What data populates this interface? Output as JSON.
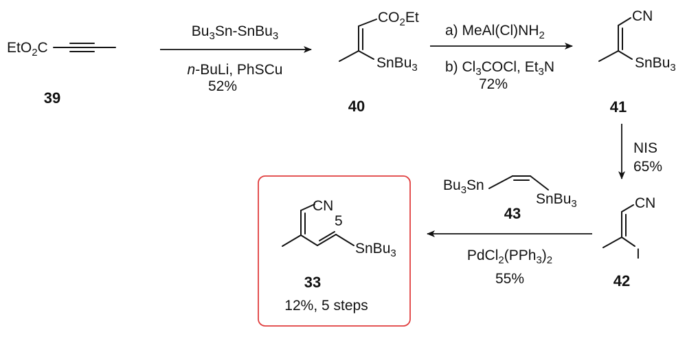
{
  "compounds": {
    "c39": {
      "number": "39",
      "group": "EtO2C"
    },
    "c40": {
      "number": "40",
      "top": "CO2Et",
      "side": "SnBu3"
    },
    "c41": {
      "number": "41",
      "top": "CN",
      "side": "SnBu3"
    },
    "c42": {
      "number": "42",
      "top": "CN",
      "side": "I"
    },
    "c43": {
      "number": "43",
      "left": "Bu3Sn",
      "right": "SnBu3"
    },
    "c33": {
      "number": "33",
      "top": "CN",
      "position": "5",
      "side": "SnBu3",
      "yield": "12%, 5 steps"
    }
  },
  "steps": {
    "step1": {
      "reagent_top": "Bu3Sn-SnBu3",
      "reagent_bottom": "n-BuLi, PhSCu",
      "yield": "52%"
    },
    "step2": {
      "reagent_a": "a) MeAl(Cl)NH2",
      "reagent_b": "b) Cl3COCl, Et3N",
      "yield": "72%"
    },
    "step3": {
      "reagent": "NIS",
      "yield": "65%"
    },
    "step4": {
      "reagent": "PdCl2(PPh3)2",
      "yield": "55%"
    }
  },
  "colors": {
    "ink": "#111111",
    "box_border": "#e03c3c",
    "box_fill": "#ffffff"
  }
}
